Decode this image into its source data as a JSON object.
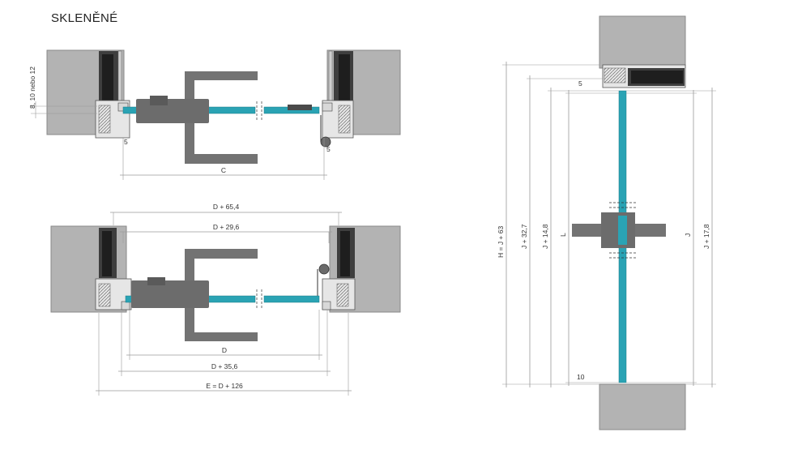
{
  "title": "SKLENĚNÉ",
  "colors": {
    "glass": "#2aa3b4",
    "wall": "#b3b3b3",
    "wall_edge": "#8a8a8a",
    "handle": "#737373",
    "profile": "#4a4a4a",
    "dimension_line": "#9a9a9a",
    "text": "#333333"
  },
  "top_view_1": {
    "dim_side_label": "8, 10 nebo 12",
    "dim_gap_left": "5",
    "dim_gap_right": "5",
    "dim_width": "C"
  },
  "top_view_2": {
    "dim_outer": "D + 65,4",
    "dim_inner": "D + 29,6",
    "dim_d": "D",
    "dim_d_plus": "D + 35,6",
    "dim_e": "E = D + 126"
  },
  "section_view": {
    "dim_top_gap": "5",
    "dim_bottom_gap": "10",
    "dim_h": "H = J + 63",
    "dim_j327": "J + 32,7",
    "dim_j148": "J + 14,8",
    "dim_l": "L",
    "dim_j": "J",
    "dim_j178": "J + 17,8"
  }
}
